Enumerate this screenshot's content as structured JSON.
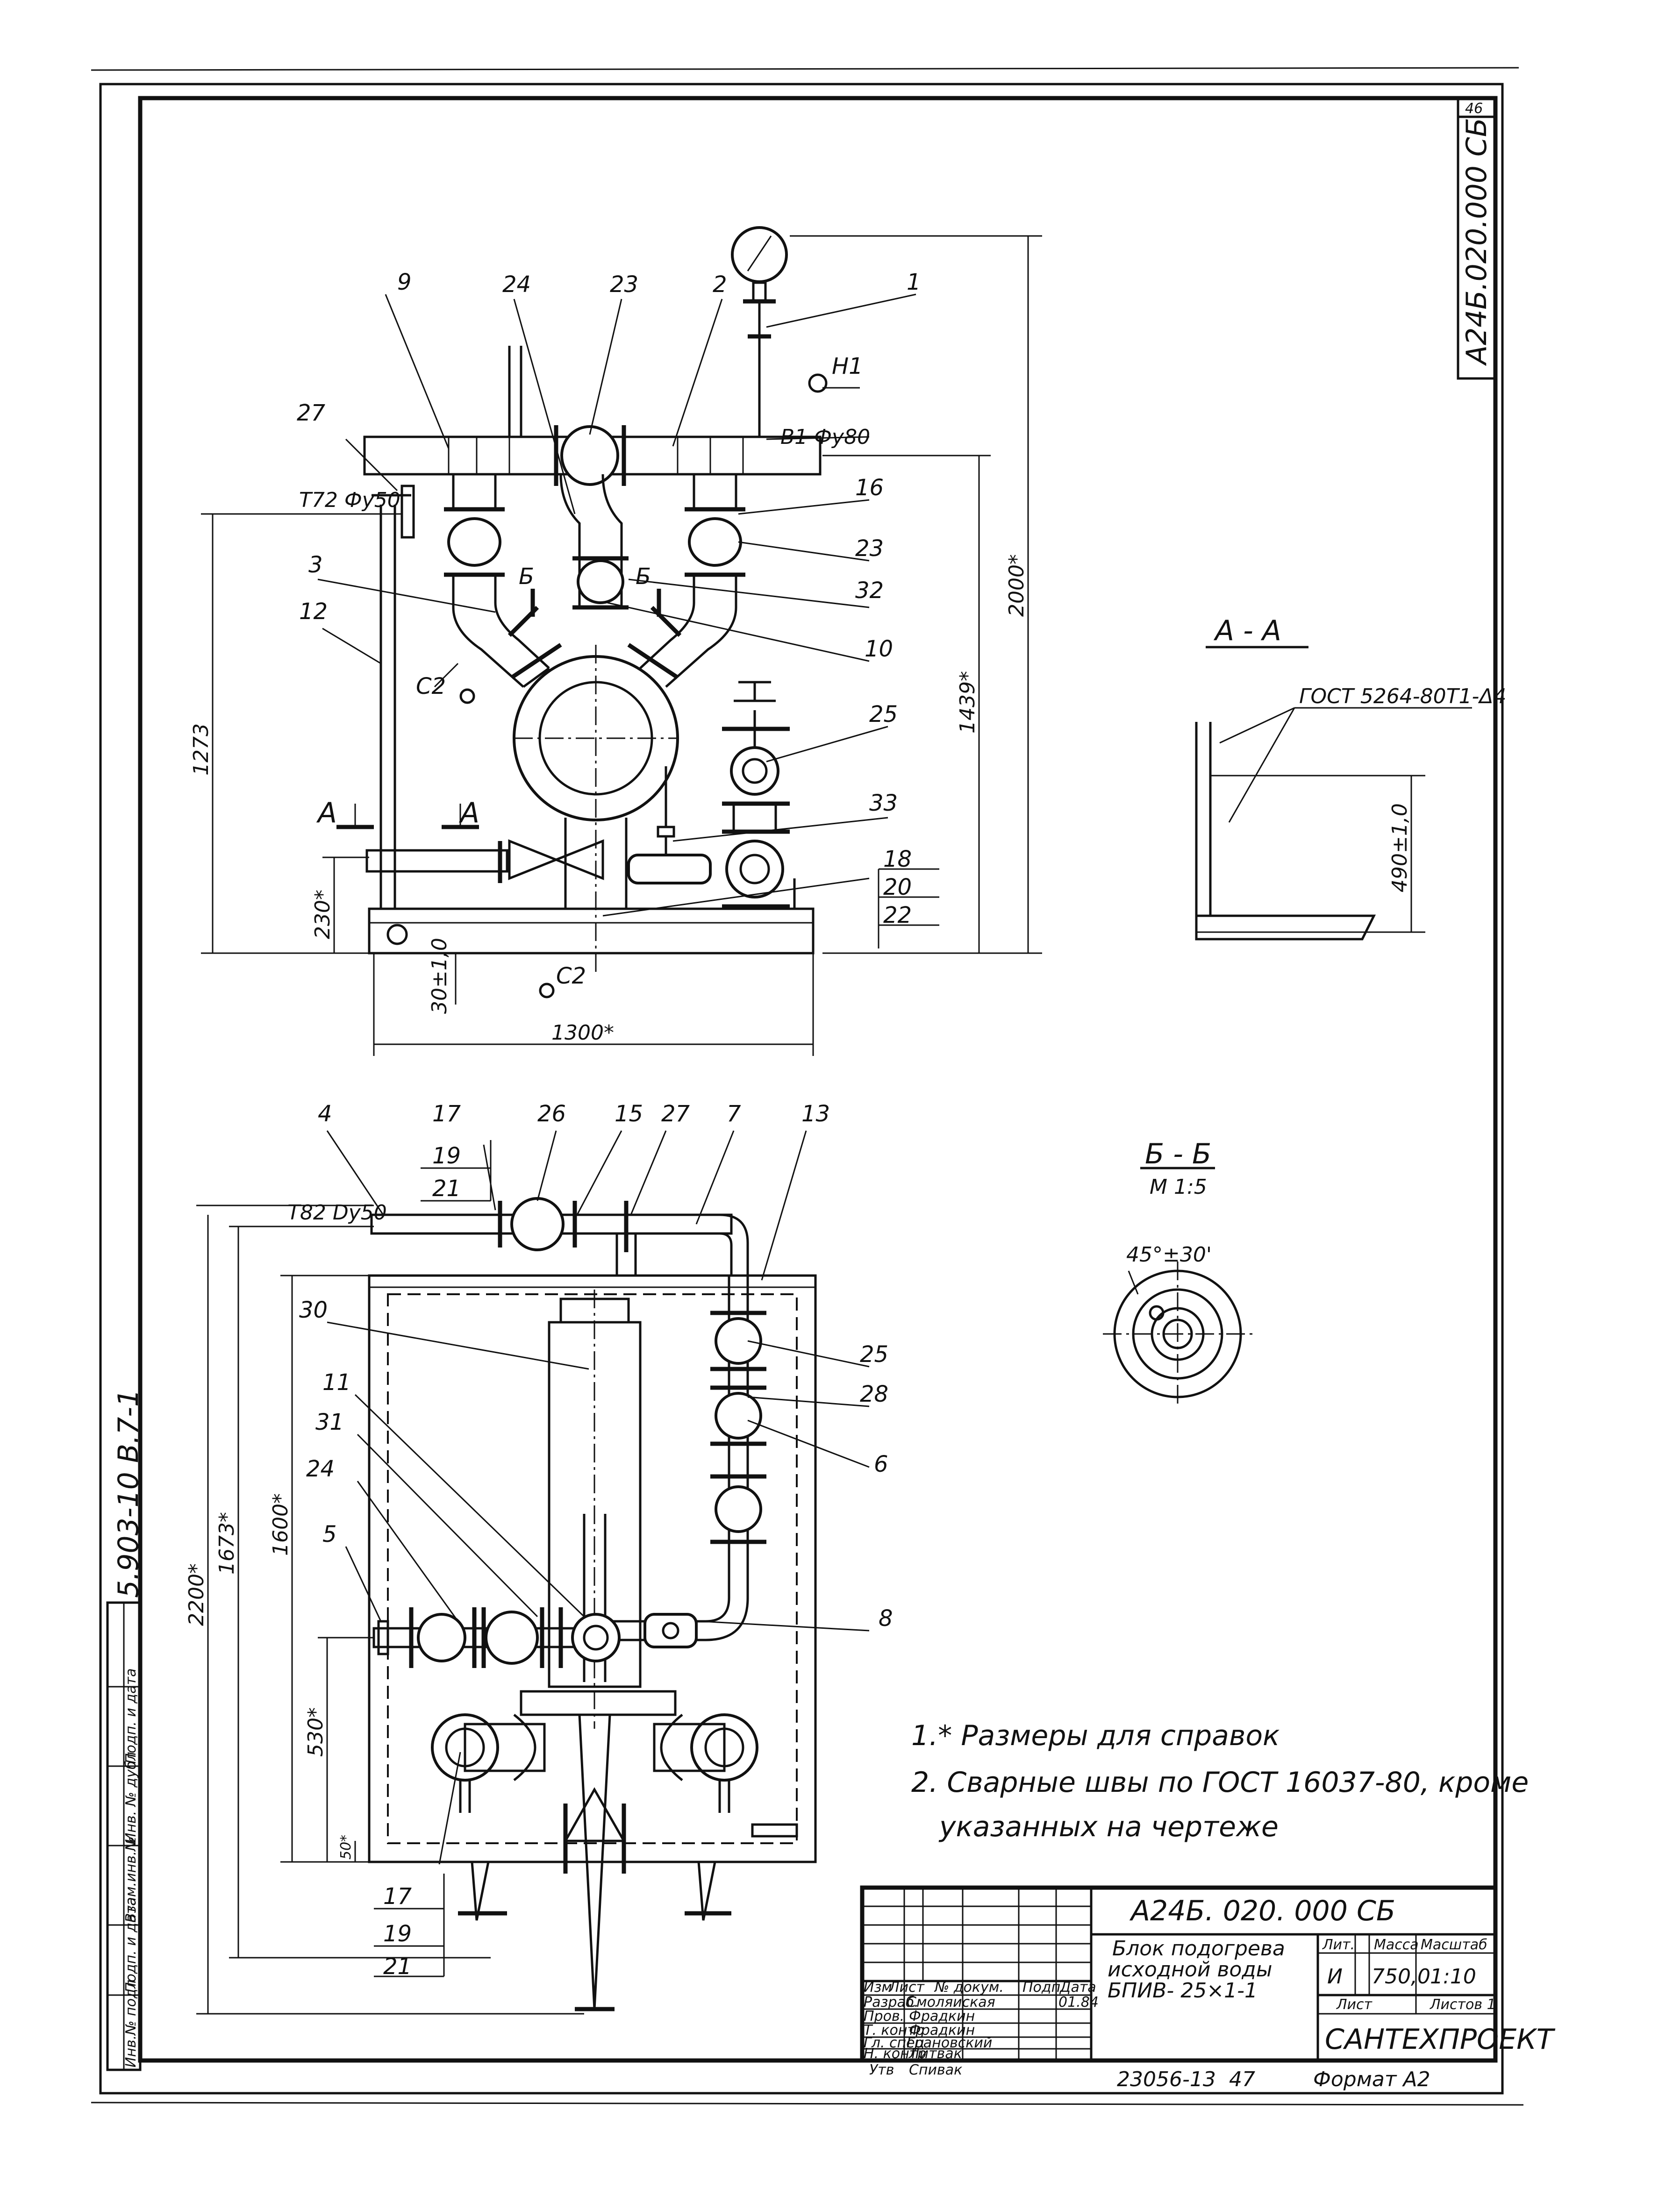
{
  "drawing": {
    "page_number": "46",
    "doc_code_side": "А24Б.020.000 СБ",
    "left_margin_code": "5.903-10  В.7-1",
    "bottom_stamp": "23056-13",
    "bottom_stamp_b": "47",
    "format_label": "Формат А2"
  },
  "left_strip": [
    "Инв.№ подл",
    "Подп. и дата",
    "Взам.инв.№",
    "Инв. № дубл",
    "Подп. и дата"
  ],
  "labels": {
    "l1": "1",
    "l2": "2",
    "l3": "3",
    "l9": "9",
    "l10": "10",
    "l12": "12",
    "l16": "16",
    "l18": "18",
    "l20": "20",
    "l22": "22",
    "l23a": "23",
    "l23b": "23",
    "l24": "24",
    "l25": "25",
    "l27": "27",
    "l32": "32",
    "l33": "33",
    "l4": "4",
    "l5": "5",
    "l6": "6",
    "l7": "7",
    "l8": "8",
    "l11": "11",
    "l13": "13",
    "l15": "15",
    "l17a": "17",
    "l19a": "19",
    "l21a": "21",
    "l17b": "17",
    "l19b": "19",
    "l21b": "21",
    "l24b": "24",
    "l25b": "25",
    "l26": "26",
    "l27b": "27",
    "l28": "28",
    "l30": "30",
    "l31": "31",
    "H1": "Н1",
    "B1": "В1 Фу80",
    "T72": "Т72 Фу50",
    "T82": "Т82 Dу50",
    "C2a": "С2",
    "C2b": "С2",
    "Ba": "Б",
    "Bb": "Б",
    "Aa": "А",
    "Ab": "А"
  },
  "dimensions": {
    "d2000": "2000*",
    "d1439": "1439*",
    "d1273": "1273",
    "d230": "230*",
    "d30": "30±1,0",
    "d1300": "1300*",
    "d2200": "2200*",
    "d1673": "1673*",
    "d1600": "1600*",
    "d530": "530*",
    "d50": "50*",
    "d490": "490±1,0",
    "angle": "45°±30'"
  },
  "sections": {
    "aa_title": "А - А",
    "aa_weld": "ГОСТ 5264-80Т1-Δ4",
    "bb_title": "Б - Б",
    "bb_scale": "М 1:5"
  },
  "notes": {
    "n1": "1.* Размеры для справок",
    "n2a": "2. Сварные  швы  по  ГОСТ 16037-80,  кроме",
    "n2b": "указанных  на  чертеже"
  },
  "title_block": {
    "doc_code": "А24Б. 020. 000 СБ",
    "name_l1": "Блок  подогрева",
    "name_l2": "исходной  воды",
    "name_l3": "БПИВ- 25×1-1",
    "h_izm": "Изм",
    "h_list": "Лист",
    "h_ndok": "№ докум.",
    "h_podp": "Подп.",
    "h_data": "Дата",
    "r1_role": "Разраб.",
    "r1_name": "Смоляиская",
    "r1_date": "01.84",
    "r2_role": "Пров.",
    "r2_name": "Фрадкин",
    "r3_role": "Т. контр",
    "r3_name": "Фрадкин",
    "r4_role": "Гл. спец",
    "r4_name": "Грановский",
    "r5_role": "Н. контр",
    "r5_name": "Литвак",
    "r6_role": "Утв",
    "r6_name": "Спивак",
    "lit_h": "Лит.",
    "mass_h": "Масса",
    "scale_h": "Масштаб",
    "lit": "И",
    "mass": "750,0",
    "scale": "1:10",
    "sheet_h": "Лист",
    "sheets_h": "Листов 1",
    "org": "САНТЕХПРОЕКТ"
  }
}
